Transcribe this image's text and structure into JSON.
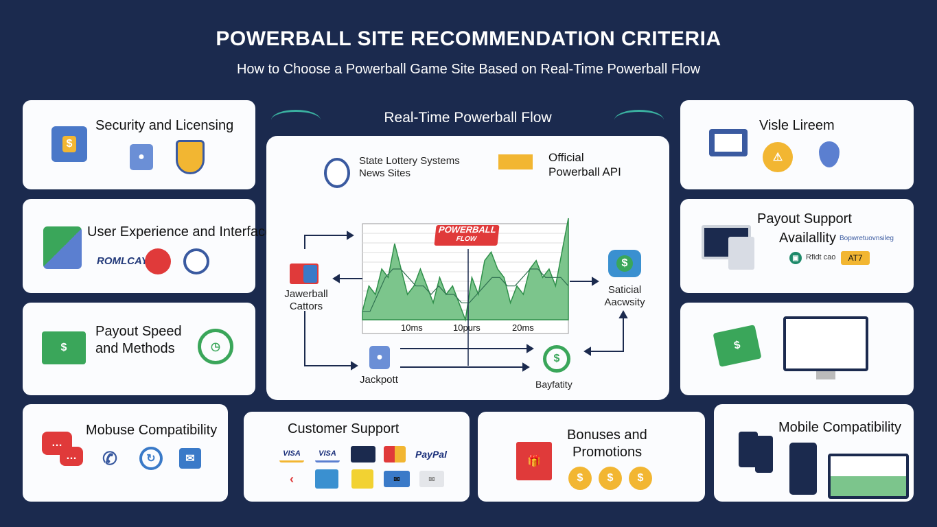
{
  "header": {
    "title": "POWERBALL SITE RECOMMENDATION CRITERIA",
    "subtitle": "How to Choose a Powerball Game Site Based on Real-Time Powerball Flow"
  },
  "cards": {
    "security": "Security and Licensing",
    "ux": "User Experience and Interface",
    "ux_logos": [
      "ROMLCAY",
      "",
      ""
    ],
    "payout_speed": [
      "Payout Speed",
      "and Methods"
    ],
    "mobuse": "Mobuse Compatibility",
    "customer_support": "Customer Support",
    "payment_logos": [
      "VISA",
      "VISA",
      "PayPal"
    ],
    "bonuses": [
      "Bonuses and",
      "Promotions"
    ],
    "mobile": "Mobile Compatibility",
    "visle": "Visle Lireem",
    "payout_support": [
      "Payout Support",
      "Availallity"
    ],
    "payout_support_small": "Bopwretuovnsileg",
    "payout_support_chip": "Rfidt cao",
    "payout_support_badge": "AT7"
  },
  "flow": {
    "title": "Real-Time Powerball Flow",
    "source1": [
      "State Lottery Systems",
      "News Sites"
    ],
    "source2": [
      "Official",
      "Powerball API"
    ],
    "badge": [
      "POWERBALL",
      "FLOW"
    ],
    "x_ticks": [
      "10ms",
      "10purs",
      "20ms"
    ],
    "left_node": [
      "Jawerball",
      "Cattors"
    ],
    "right_node": [
      "Saticial",
      "Aacwsity"
    ],
    "jackpot": "Jackpott",
    "bottom_right": "Bayfatity",
    "series": [
      1,
      4,
      3,
      6,
      5,
      9,
      6,
      3,
      4,
      6,
      4,
      2,
      5,
      3,
      4,
      2,
      0,
      5,
      3,
      7,
      8,
      6,
      5,
      2,
      4,
      3,
      6,
      7,
      5,
      6,
      4,
      8,
      12
    ],
    "trend": [
      1,
      1,
      3,
      5,
      6,
      6,
      5,
      4,
      4,
      3,
      4,
      3,
      3,
      2,
      2,
      3,
      4,
      5,
      5,
      4,
      4,
      5,
      6,
      6,
      5,
      5,
      5,
      4
    ]
  },
  "colors": {
    "background": "#1b2a4e",
    "green": "#3aa65a",
    "area": "#7cc58c",
    "red": "#e03a3a",
    "gold": "#f2b632",
    "blue": "#5b7fd0"
  }
}
